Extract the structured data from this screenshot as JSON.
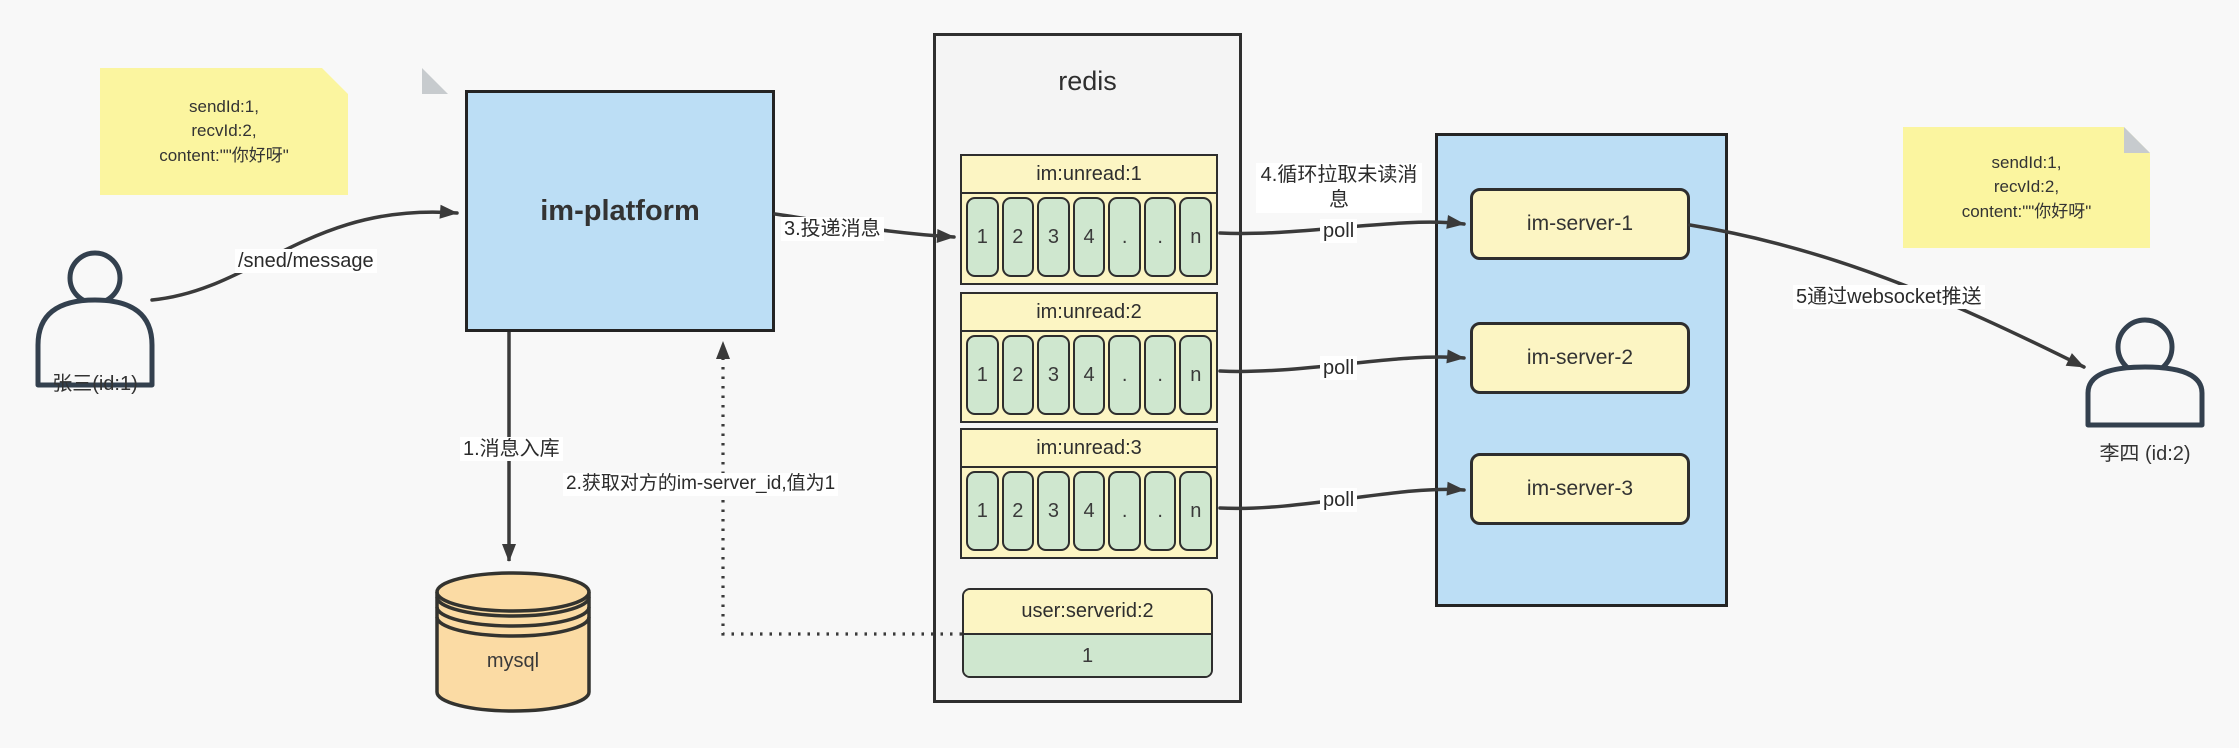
{
  "notes": {
    "sender_note": [
      "sendId:1,",
      "recvId:2,",
      "content:\"\"你好呀\""
    ],
    "receiver_note": [
      "sendId:1,",
      "recvId:2,",
      "content:\"\"你好呀\""
    ]
  },
  "actors": {
    "sender": "张三(id:1)",
    "receiver": "李四 (id:2)"
  },
  "platform": {
    "label": "im-platform"
  },
  "storage": {
    "label": "mysql"
  },
  "redis": {
    "title": "redis",
    "queues": [
      {
        "name": "im:unread:1",
        "cells": [
          "1",
          "2",
          "3",
          "4",
          ".",
          ".",
          "n"
        ]
      },
      {
        "name": "im:unread:2",
        "cells": [
          "1",
          "2",
          "3",
          "4",
          ".",
          ".",
          "n"
        ]
      },
      {
        "name": "im:unread:3",
        "cells": [
          "1",
          "2",
          "3",
          "4",
          ".",
          ".",
          "n"
        ]
      }
    ],
    "kv_key": "user:serverid:2",
    "kv_value": "1"
  },
  "cluster": {
    "servers": [
      "im-server-1",
      "im-server-2",
      "im-server-3"
    ]
  },
  "labels": {
    "send_api": "/sned/message",
    "step1": "1.消息入库",
    "step2": "2.获取对方的im-server_id,值为1",
    "step3": "3.投递消息",
    "step4": "4.循环拉取未读消息",
    "step5": "5通过websocket推送",
    "poll": "poll"
  },
  "colors": {
    "container_blue": "#bcdef5",
    "note_yellow": "#fbf59f",
    "block_yellow": "#fcf5c3",
    "cell_green": "#cfe7cf",
    "db_orange": "#fbdba4",
    "redis_gray": "#f4f4f4",
    "line_dark": "#3a3a3a"
  }
}
